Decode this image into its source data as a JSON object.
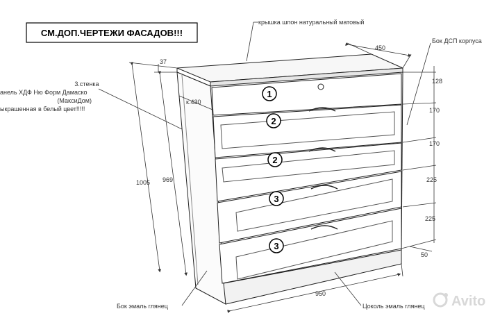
{
  "title": "СМ.ДОП.ЧЕРТЕЖИ ФАСАДОВ!!!",
  "labels": {
    "top": "крышка шпон натуральный матовый",
    "side_dsp": "Бок ДСП корпуса",
    "back_1": "3.стенка",
    "back_2": "анель ХДФ Ню Форм Дамаско",
    "back_3": "(МаксиДом)",
    "back_4": "ыкрашенная в белый цвет!!!!!",
    "side_enamel": "Бок эмаль глянец",
    "plinth": "Цоколь эмаль глянец"
  },
  "dimensions": {
    "depth_top": "450",
    "overhang": "37",
    "inner_depth": "к.430",
    "height_total": "1005",
    "height_body": "969",
    "width": "950",
    "plinth_h": "50",
    "drawer_1": "128",
    "drawer_2": "170",
    "drawer_3": "170",
    "drawer_4": "225",
    "drawer_5": "225"
  },
  "drawer_numbers": [
    "1",
    "2",
    "2",
    "3",
    "3"
  ],
  "watermark": "Avito"
}
